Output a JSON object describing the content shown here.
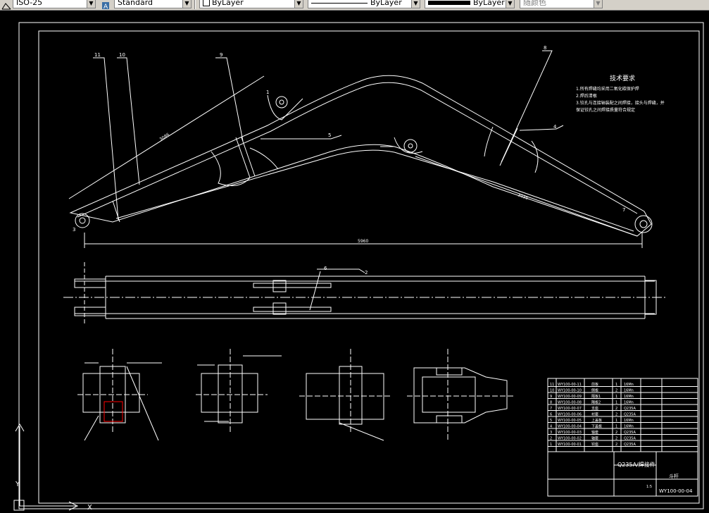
{
  "toolbar": {
    "dimstyle": "ISO-25",
    "textstyle": "Standard",
    "layer": "ByLayer",
    "linetype": "ByLayer",
    "lineweight": "ByLayer",
    "plotstyle": "随颜色"
  },
  "drawing": {
    "tech_title": "技术要求",
    "tech_lines": [
      "1.所有焊缝均采用二氧化碳保护焊",
      "2.焊后清根",
      "3.铰孔与连接轴装配之间焊接，接头与焊缝，并",
      "保证铰孔之间焊接质量符合规定"
    ],
    "balloons": [
      "11",
      "10",
      "9",
      "8",
      "5",
      "4",
      "2",
      "1",
      "3",
      "6",
      "7"
    ],
    "dims": {
      "overall": "5960",
      "upper_left": "3086",
      "lower_right": "3035"
    },
    "title_block": {
      "material": "Q235A/焊接件",
      "part_name": "斗杆",
      "drawing_no": "WY100-00-04",
      "scale": "1:5"
    },
    "bom": [
      {
        "no": "11",
        "code": "WY100-00-11",
        "name": "前板",
        "qty": "1",
        "mat": "16Mn"
      },
      {
        "no": "10",
        "code": "WY100-00-10",
        "name": "侧板",
        "qty": "2",
        "mat": "16Mn"
      },
      {
        "no": "9",
        "code": "WY100-00-09",
        "name": "隔板1",
        "qty": "1",
        "mat": "16Mn"
      },
      {
        "no": "8",
        "code": "WY100-00-08",
        "name": "隔板2",
        "qty": "1",
        "mat": "16Mn"
      },
      {
        "no": "7",
        "code": "WY100-00-07",
        "name": "支座",
        "qty": "2",
        "mat": "Q235A"
      },
      {
        "no": "6",
        "code": "WY100-00-06",
        "name": "衬套",
        "qty": "2",
        "mat": "Q235A"
      },
      {
        "no": "5",
        "code": "WY100-00-05",
        "name": "上盖板",
        "qty": "1",
        "mat": "16Mn"
      },
      {
        "no": "4",
        "code": "WY100-00-04",
        "name": "下盖板",
        "qty": "1",
        "mat": "16Mn"
      },
      {
        "no": "3",
        "code": "WY100-00-03",
        "name": "轴套",
        "qty": "2",
        "mat": "Q235A"
      },
      {
        "no": "2",
        "code": "WY100-00-02",
        "name": "轴套",
        "qty": "2",
        "mat": "Q235A"
      },
      {
        "no": "1",
        "code": "WY100-00-01",
        "name": "铰座",
        "qty": "2",
        "mat": "Q235A"
      }
    ],
    "colors": {
      "line": "#ffffff",
      "dim": "#ffffff",
      "bg": "#000000",
      "accent": "#ff0000"
    }
  }
}
